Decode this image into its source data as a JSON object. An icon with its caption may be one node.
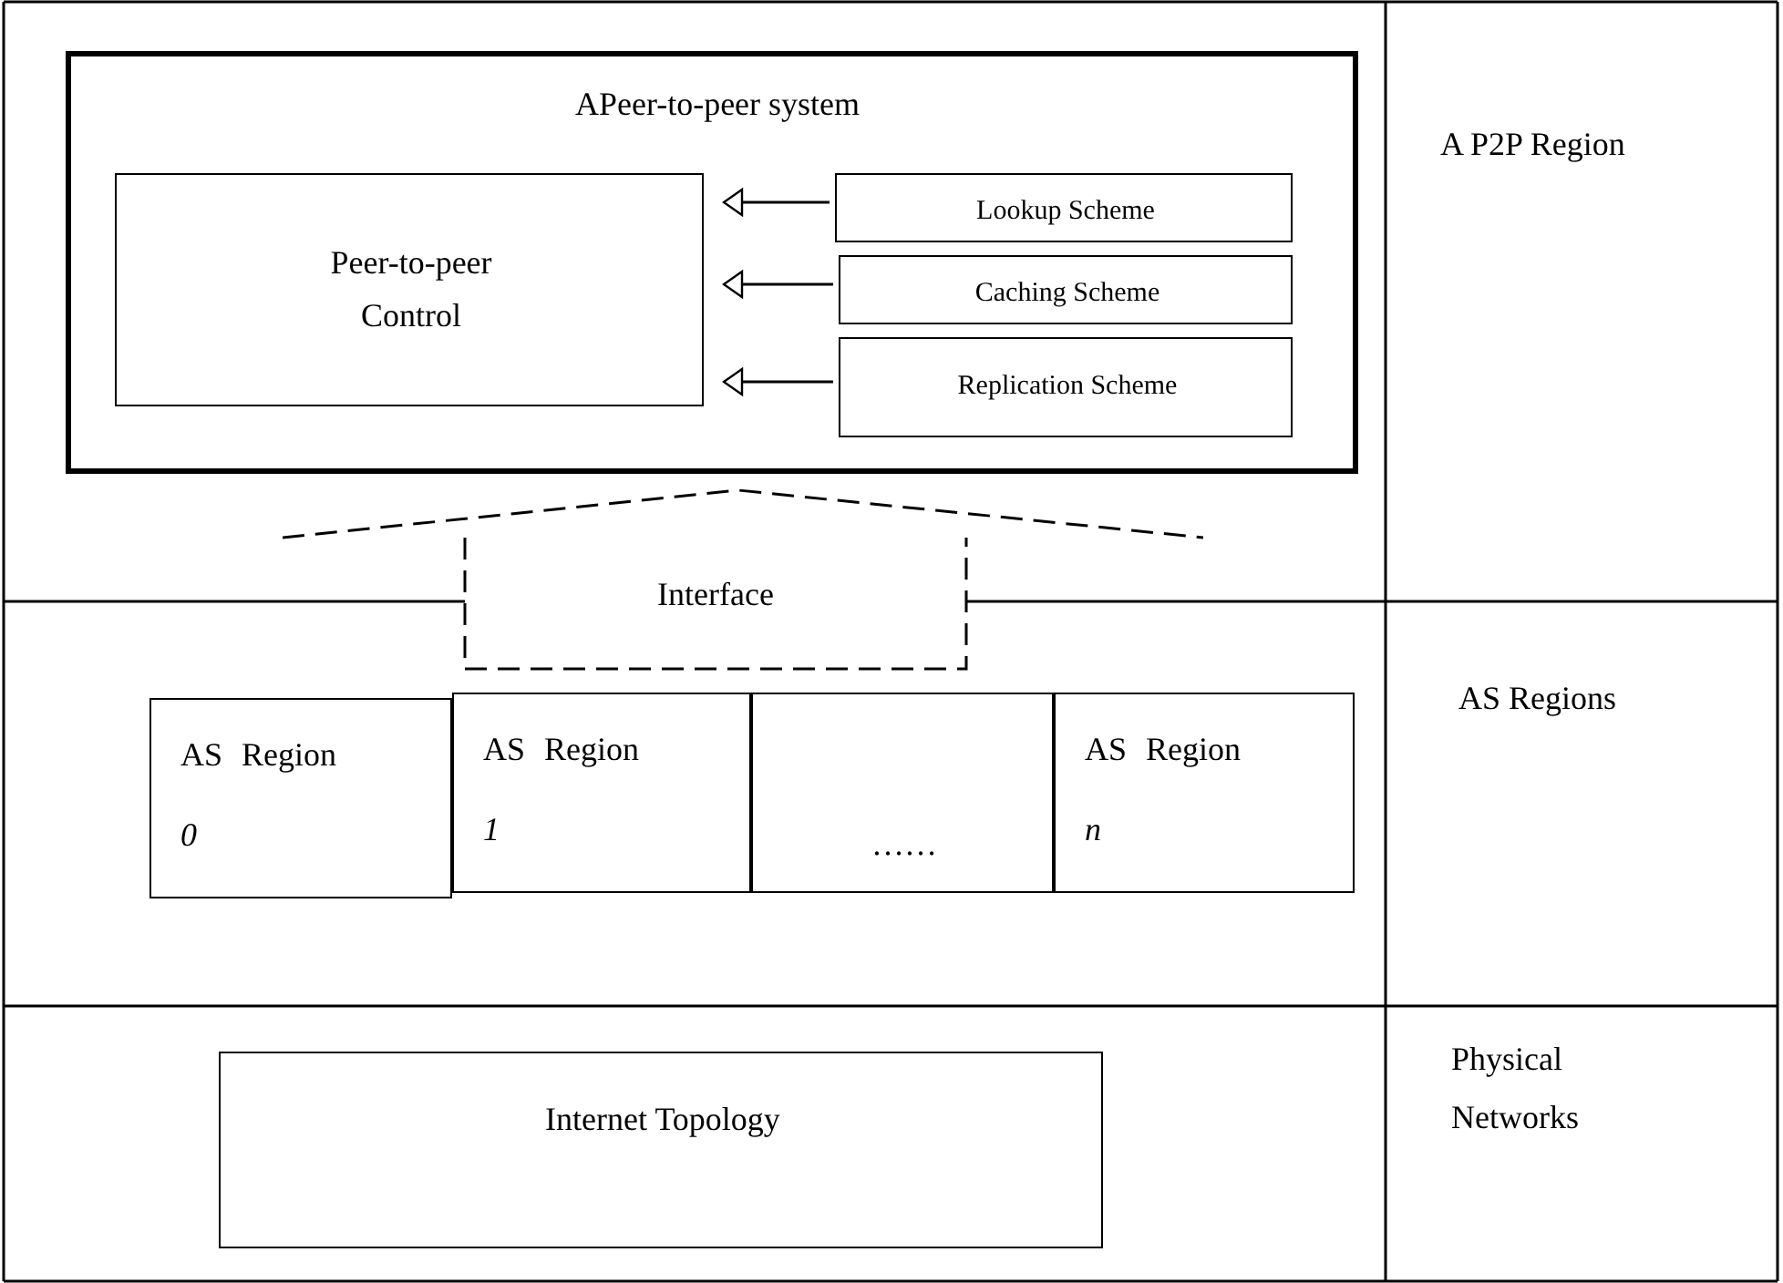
{
  "diagram": {
    "nodes": [
      {
        "text": [
          "APeer-to-peer system"
        ]
      },
      {
        "text": [
          "Peer-to-peer Control"
        ],
        "in": 0
      },
      {
        "text": [
          "Lookup Scheme"
        ],
        "in": 0
      },
      {
        "text": [
          "Caching Scheme"
        ],
        "in": 0
      },
      {
        "text": [
          "Replication Scheme"
        ],
        "in": 0
      },
      {
        "text": [
          "Interface"
        ]
      },
      {
        "text": [
          "AS Region",
          "0"
        ]
      },
      {
        "text": [
          "AS Region",
          "1"
        ]
      },
      {
        "text": [
          "……"
        ]
      },
      {
        "text": [
          "AS Region",
          "n"
        ]
      },
      {
        "text": [
          "Internet Topology"
        ]
      }
    ],
    "edges": [
      {
        "from": 2,
        "to": 1,
        "arrow": "to"
      },
      {
        "from": 3,
        "to": 1,
        "arrow": "to"
      },
      {
        "from": 4,
        "to": 1,
        "arrow": "to"
      }
    ],
    "labels": [
      "A P2P Region",
      "AS Regions",
      "Physical Networks"
    ]
  }
}
